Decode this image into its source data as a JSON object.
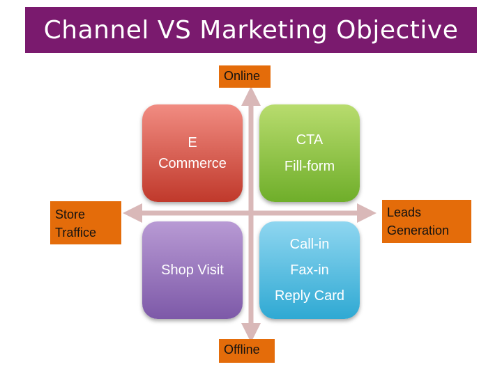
{
  "title": "Channel VS  Marketing Objective",
  "axes": {
    "top": "Online",
    "bottom": "Offline",
    "left": [
      "Store",
      "Traffice"
    ],
    "right": [
      "Leads",
      "Generation"
    ]
  },
  "quadrants": {
    "top_left": [
      "E",
      "Commerce"
    ],
    "top_right": [
      "CTA",
      "Fill-form"
    ],
    "bottom_left": [
      "Shop  Visit"
    ],
    "bottom_right": [
      "Call-in",
      "Fax-in",
      "Reply Card"
    ]
  },
  "colors": {
    "title_bg": "#7a1a6e",
    "label_bg": "#e46c0a",
    "arrow": "#d9b8b8",
    "top_left": "#d9534f",
    "top_right": "#8cc63f",
    "bottom_left": "#9b7bc4",
    "bottom_right": "#4fc0e6"
  }
}
